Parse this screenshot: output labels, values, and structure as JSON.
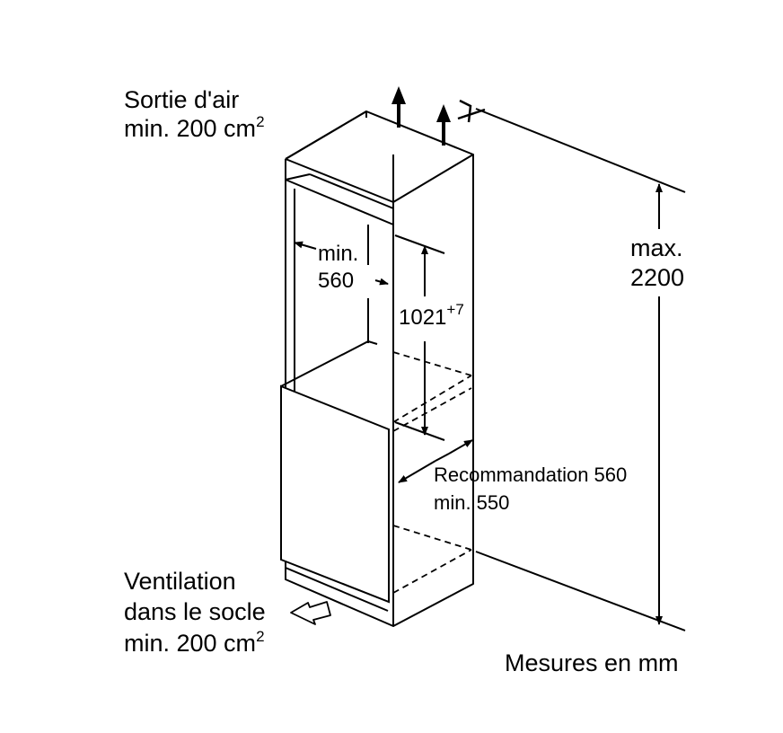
{
  "labels": {
    "air_outlet_line1": "Sortie d'air",
    "air_outlet_line2": "min. 200 cm",
    "air_outlet_sup": "2",
    "width_line1": "min.",
    "width_line2": "560",
    "niche_height": "1021",
    "niche_height_tolerance": "+7",
    "max_height_line1": "max.",
    "max_height_line2": "2200",
    "depth_line1": "Recommandation 560",
    "depth_line2": "min. 550",
    "base_vent_line1": "Ventilation",
    "base_vent_line2": "dans le socle",
    "base_vent_line3": "min. 200 cm",
    "base_vent_sup": "2",
    "units_note": "Mesures en mm"
  },
  "icons": {
    "air_arrows": "up-arrow-icon",
    "ceiling_symbol": "ceiling-break-icon",
    "inlet_arrow": "hollow-arrow-icon"
  },
  "colors": {
    "line": "#000000",
    "background": "#ffffff"
  }
}
